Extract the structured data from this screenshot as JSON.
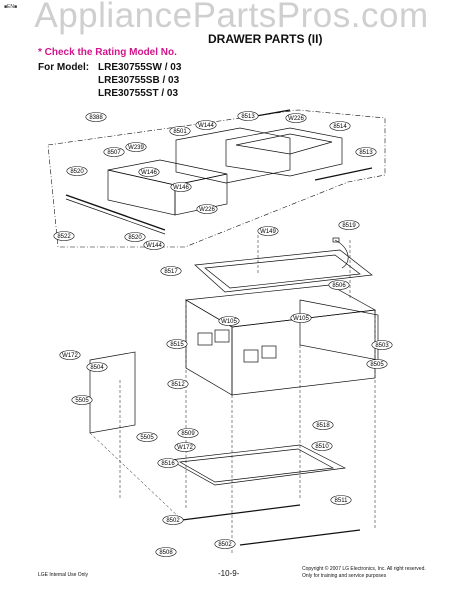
{
  "watermark": "AppliancePartsPros.com",
  "corner_mark": "■EN■",
  "header": {
    "title": "DRAWER PARTS (II)",
    "notice": "* Check the Rating Model No.",
    "model_prefix": "For Model:",
    "models": [
      "LRE30755SW / 03",
      "LRE30755SB / 03",
      "LRE30755ST / 03"
    ]
  },
  "parts": [
    "8388",
    "8501",
    "W144",
    "8513",
    "W226",
    "8514",
    "8507",
    "W239",
    "8520",
    "W146",
    "W146",
    "W226",
    "8513",
    "8522",
    "8520",
    "W144",
    "W149",
    "8519",
    "8517",
    "8506",
    "W105",
    "W105",
    "8515",
    "8503",
    "W172",
    "8504",
    "8505",
    "8512",
    "5505",
    "8518",
    "5505",
    "8509",
    "W172",
    "8510",
    "8516",
    "8511",
    "8502",
    "8502",
    "8508"
  ],
  "footer": {
    "left": "LGE Internal Use Only",
    "page": "-10-9-",
    "copyright": "Copyright © 2007 LG Electronics, Inc. All right reserved.",
    "copyright2": "Only for training and service purposes"
  },
  "colors": {
    "notice": "#d2148c",
    "watermark": "#cfcfcf",
    "ink": "#111111"
  }
}
